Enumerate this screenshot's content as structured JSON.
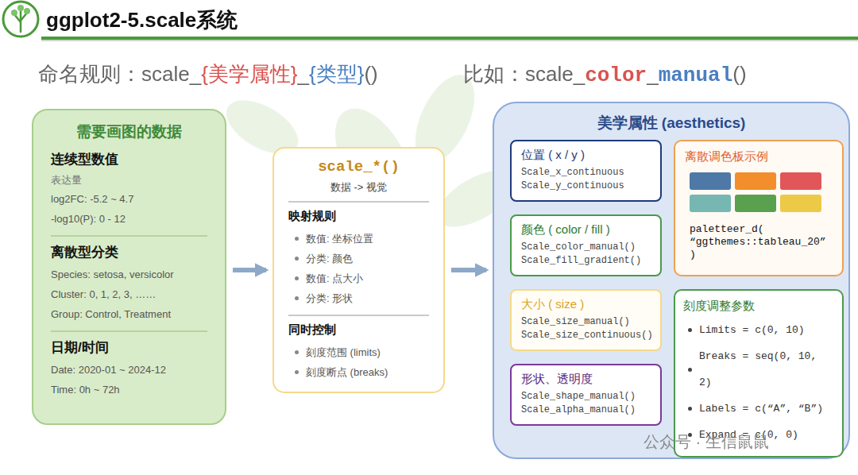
{
  "diagram": {
    "title": "ggplot2-5.scale系统",
    "nodes": [
      {
        "text": [
          "需要画图的数据",
          "连续型数值",
          "表达量",
          "log2FC: -5.2 ~ 4.7",
          "-log10(P): 0 - 12",
          "离散型分类",
          "Species: setosa, versicolor",
          "Cluster: 0, 1, 2, 3, ……",
          "Group: Control, Treatment",
          "日期/时间",
          "Date: 2020-01 ~ 2024-12",
          "Time: 0h ~ 72h"
        ]
      },
      {
        "text": [
          "scale_*()",
          "数据 -> 视觉",
          "映射规则",
          "数值: 坐标位置",
          "分类: 颜色",
          "数值: 点大小",
          "分类: 形状",
          "同时控制",
          "刻度范围 (limits)",
          "刻度断点 (breaks)"
        ]
      },
      {
        "text": [
          "美学属性 (aesthetics)"
        ]
      },
      {
        "text": [
          "位置 ( x / y )",
          "Scale_x_continuous",
          "Scale_y_continuous"
        ],
        "in": 2
      },
      {
        "text": [
          "离散调色板示例",
          "paletteer_d( “ggthemes::tableau_20” )"
        ],
        "in": 2
      },
      {
        "text": [
          "颜色 ( color / fill )",
          "Scale_color_manual()",
          "Scale_fill_gradient()"
        ],
        "in": 2
      },
      {
        "text": [
          "刻度调整参数",
          "Limits = c(0, 10)",
          "Breaks = seq(0, 10, 2)",
          "Labels = c(“A”, “B”)",
          "Expand = c(0, 0)"
        ],
        "in": 2
      },
      {
        "text": [
          "大小 ( size )",
          "Scale_size_manual()",
          "Scale_size_continuous()"
        ],
        "in": 2
      },
      {
        "text": [
          "形状、透明度",
          "Scale_shape_manual()",
          "Scale_alpha_manual()"
        ],
        "in": 2
      }
    ],
    "edges": [
      {
        "from": 0,
        "to": 1,
        "arrow": "to"
      },
      {
        "from": 1,
        "to": 2,
        "arrow": "to"
      }
    ],
    "labels": [
      "命名规则：scale_",
      "{美学属性}",
      "_",
      "{类型}",
      "()",
      "比如：scale_",
      "color",
      "_",
      "manual",
      "()",
      "公众号 · 生信鼠鼠"
    ]
  }
}
